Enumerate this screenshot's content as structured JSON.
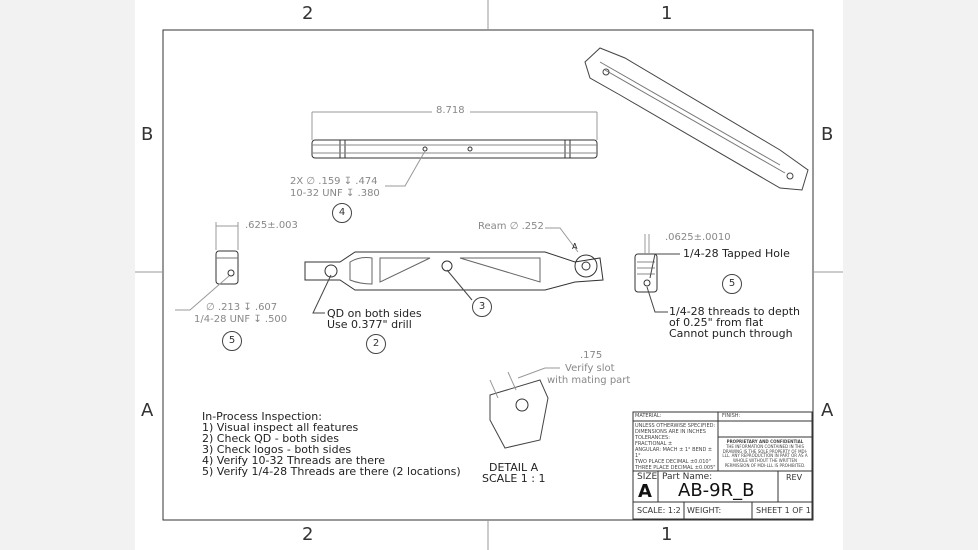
{
  "zones": {
    "top": [
      "2",
      "1"
    ],
    "bottom": [
      "2",
      "1"
    ],
    "left": [
      "B",
      "A"
    ],
    "right": [
      "B",
      "A"
    ]
  },
  "dims": {
    "length": "8.718",
    "holes_4_line1": "2X ∅ .159 ↧ .474",
    "holes_4_line2": "10-32 UNF ↧ .380",
    "width_625": ".625±.003",
    "holes_5_line1": "∅ .213 ↧ .607",
    "holes_5_line2": "1/4-28 UNF ↧ .500",
    "ream": "Ream ∅ .252",
    "width_0625": ".0625±.0010",
    "slot_value": ".175"
  },
  "notes": {
    "qd_line1": "QD on both sides",
    "qd_line2": "Use 0.377\" drill",
    "tapped": "1/4-28 Tapped Hole",
    "threads_line1": "1/4-28 threads to depth",
    "threads_line2": "of 0.25\" from flat",
    "threads_line3": "Cannot punch through",
    "slot_line1": "Verify slot",
    "slot_line2": "with mating part",
    "detail_title": "DETAIL A",
    "detail_scale": "SCALE 1 : 1",
    "detail_label": "A"
  },
  "balloons": [
    "4",
    "5",
    "2",
    "3",
    "5"
  ],
  "inspection": {
    "title": "In-Process Inspection:",
    "items": [
      "1) Visual inspect all features",
      "2) Check QD - both sides",
      "3) Check logos - both sides",
      "4) Verify 10-32 Threads are there",
      "5) Verify 1/4-28 Threads are there (2 locations)"
    ]
  },
  "title_block": {
    "material": "MATERIAL:",
    "finish": "FINISH:",
    "tolerances": [
      "UNLESS OTHERWISE SPECIFIED:",
      "DIMENSIONS ARE IN INCHES",
      "TOLERANCES:",
      "FRACTIONAL ±",
      "ANGULAR: MACH ± 1°  BEND ± 1°",
      "TWO PLACE DECIMAL  ±0.010\"",
      "THREE PLACE DECIMAL  ±0.005\""
    ],
    "proprietary_title": "PROPRIETARY AND CONFIDENTIAL",
    "proprietary_text": "THE INFORMATION CONTAINED IN THIS DRAWING IS THE SOLE PROPERTY OF MDI-LLL. ANY REPRODUCTION IN PART OR AS A WHOLE WITHOUT THE WRITTEN PERMISSION OF MDI-LLL IS PROHIBITED.",
    "size_label": "SIZE",
    "size": "A",
    "part_name_label": "Part Name:",
    "part_name": "AB-9R_B",
    "rev_label": "REV",
    "scale": "SCALE: 1:2",
    "weight": "WEIGHT:",
    "sheet": "SHEET 1 OF 1"
  }
}
